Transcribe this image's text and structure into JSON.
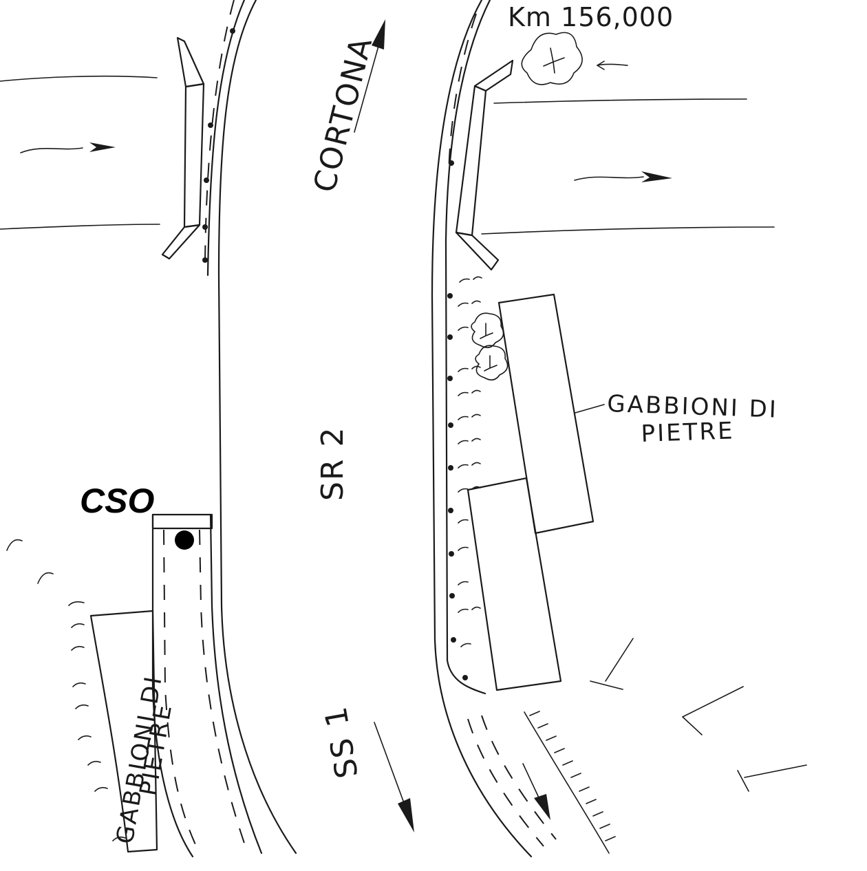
{
  "labels": {
    "cortona": "CORTONA",
    "sr2": "SR 2",
    "ss1": "SS 1",
    "km": "Km 156,000",
    "gabbioni_right_line1": "GABBIONI DI",
    "gabbioni_right_line2": "PIETRE",
    "gabbioni_left_line1": "GABBIONI DI",
    "gabbioni_left_line2": "PIETRE",
    "cso": "CSO"
  }
}
